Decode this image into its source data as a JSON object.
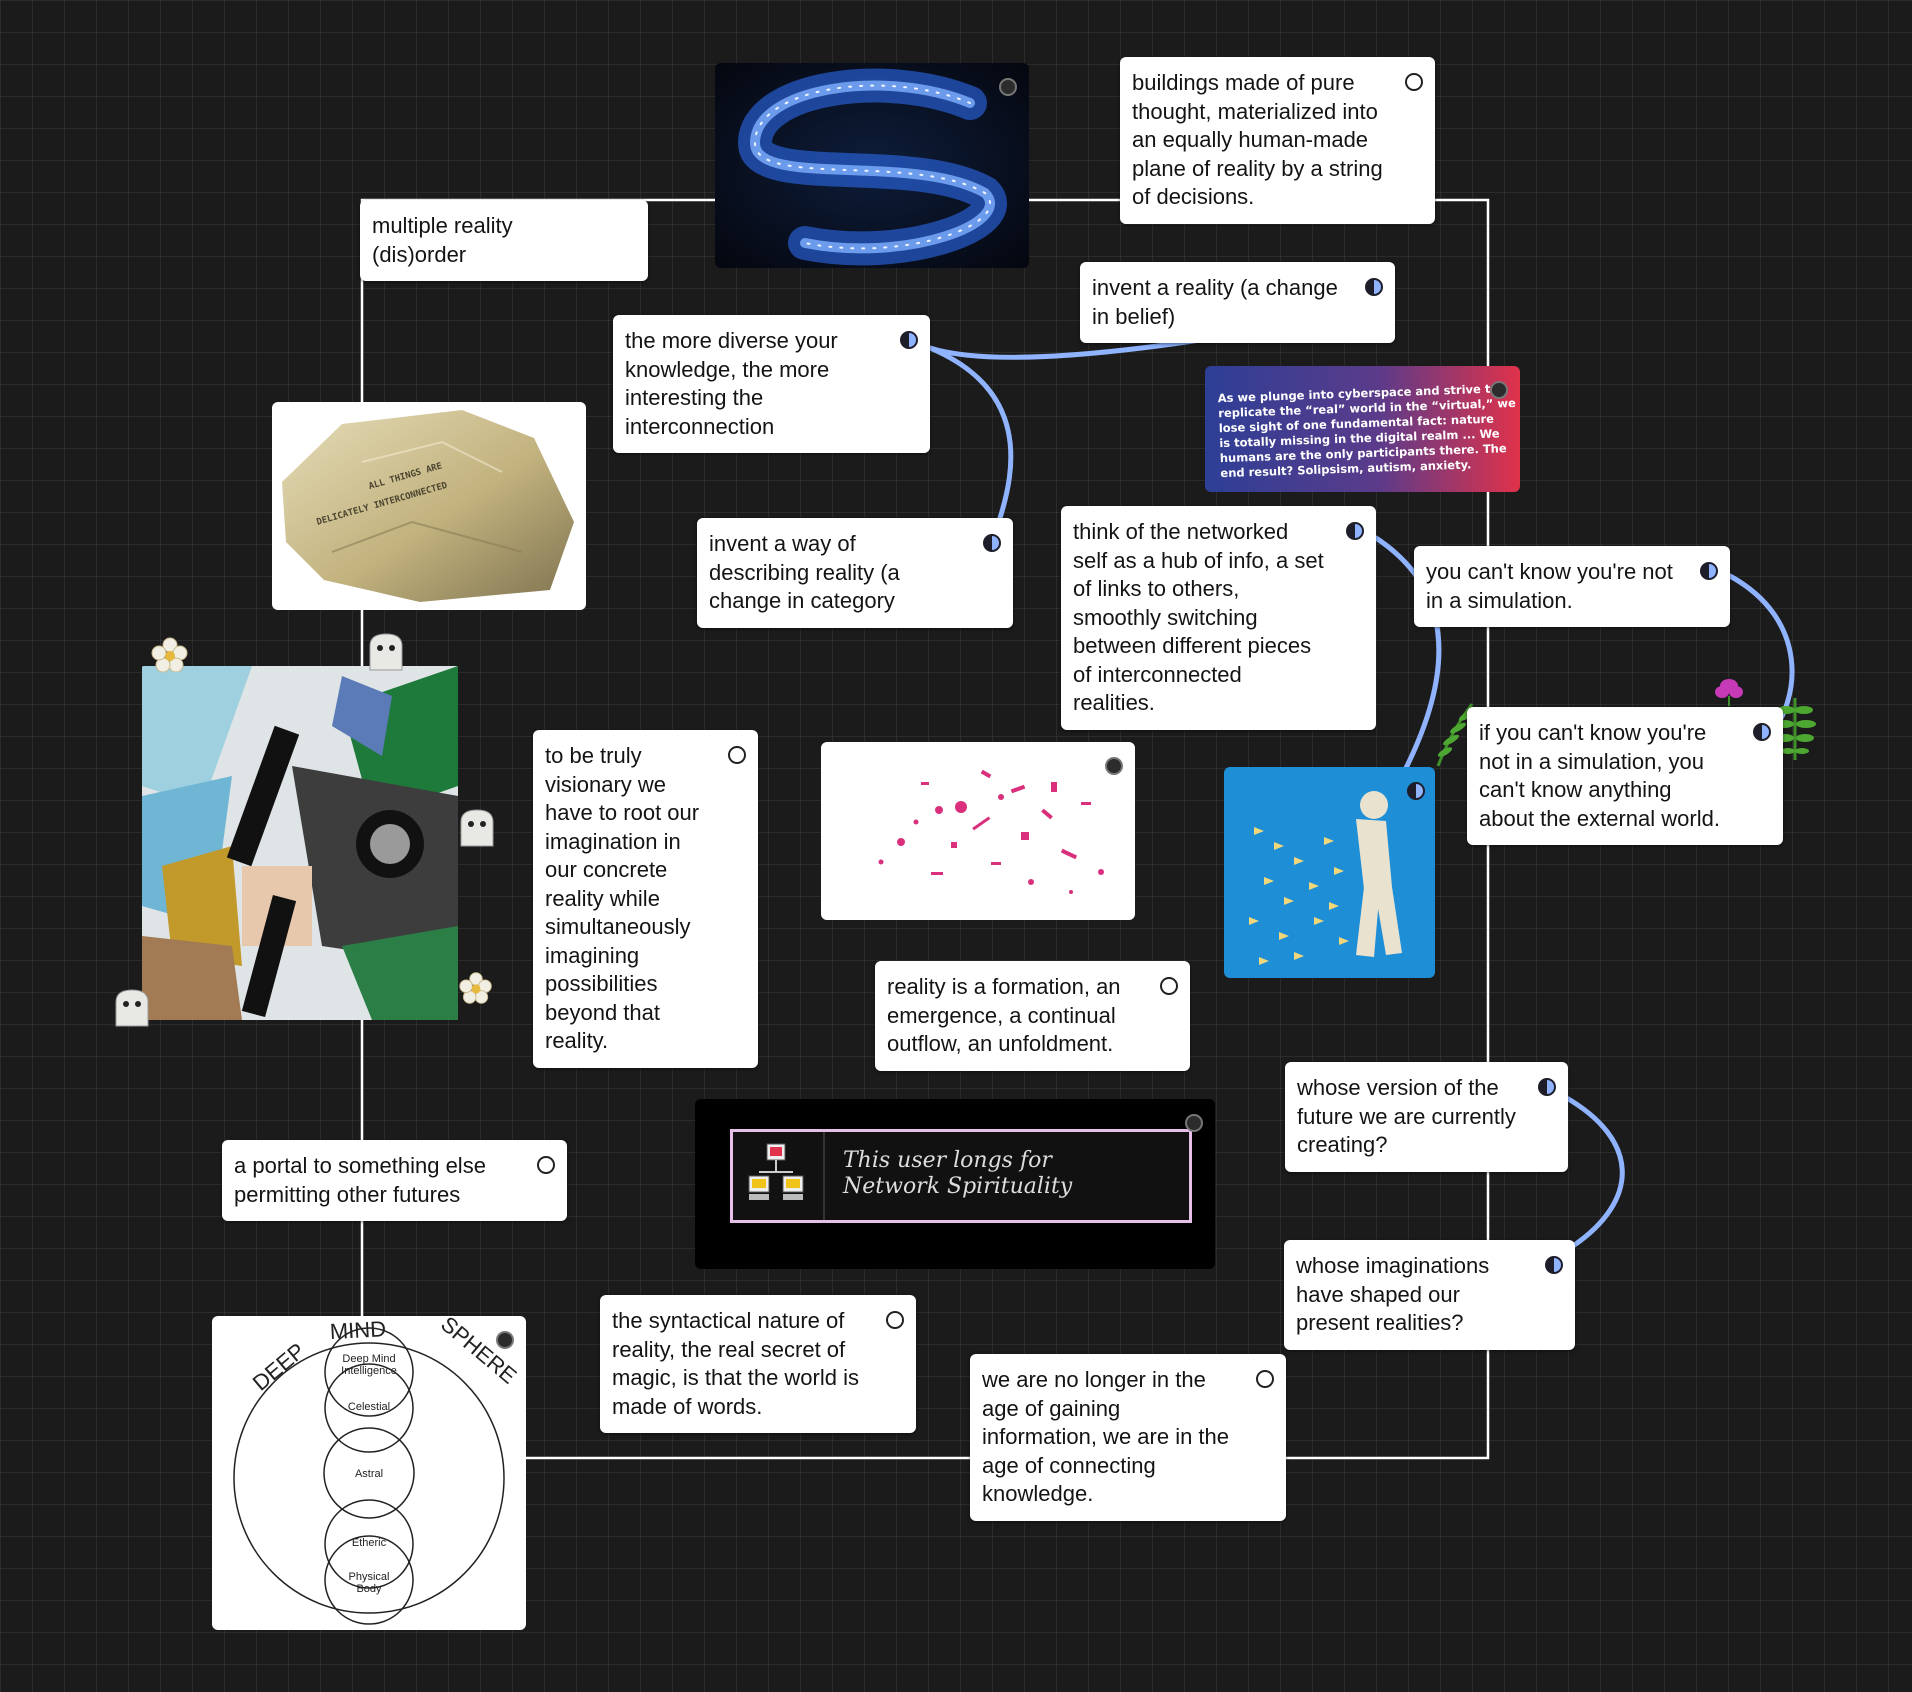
{
  "canvas": {
    "background": "#1b1b1b",
    "connector_white": "#ffffff",
    "connector_blue": "#8fb3ff",
    "status_icons": {
      "open": "empty-circle-icon",
      "in_progress": "half-moon-icon",
      "image_marker": "filled-circle-icon"
    }
  },
  "cards": {
    "multiple_reality": "multiple reality (dis)order",
    "buildings_thought": "buildings made of pure thought, materialized into an equally human-made plane of reality by a string of decisions.",
    "invent_reality": "invent a reality (a change in belief)",
    "diverse_knowledge": "the more diverse your knowledge, the more interesting the interconnection",
    "invent_way": "invent a way of describing reality (a change in category",
    "networked_self": "think of the networked self as a hub of info, a set of links to others, smoothly switching between different pieces of interconnected realities.",
    "cant_know_sim": "you can't know you're not in a simulation.",
    "cant_know_anything": "if you can't know you're not in a simulation, you can't know anything about the external world.",
    "truly_visionary": "to be truly visionary we have to root our imagination in our concrete reality while simultaneously imagining possibilities beyond that reality.",
    "reality_formation": "reality is a formation, an emergence, a continual outflow, an unfoldment.",
    "whose_version": "whose version of the future we are currently creating?",
    "whose_imaginations": "whose imaginations have shaped our present realities?",
    "portal": "a portal to something else permitting other futures",
    "syntactical": "the syntactical nature of reality, the real secret of magic, is that the world is made of words.",
    "no_longer": "we are no longer in the age of gaining information, we are in the age of connecting knowledge."
  },
  "images": {
    "rock_text": [
      "ALL THINGS ARE",
      "DELICATELY INTERCONNECTED"
    ],
    "cyberspace_quote": [
      "As we plunge into cyberspace and strive t",
      "replicate the “real” world in the “virtual,” we",
      "lose sight of one fundamental fact: nature",
      "is totally missing in the digital realm ... We",
      "humans are the only participants there. The",
      "end result? Solipsism, autism, anxiety."
    ],
    "network_banner": [
      "This user longs for",
      "Network Spirituality"
    ],
    "diagram": {
      "ring": [
        "DEEP",
        "MIND",
        "SPHERE"
      ],
      "deep_mind": [
        "Deep Mind",
        "Intelligence"
      ],
      "celestial": "Celestial",
      "astral": "Astral",
      "etheric": "Etheric",
      "physical": [
        "Physical",
        "Body"
      ]
    }
  }
}
